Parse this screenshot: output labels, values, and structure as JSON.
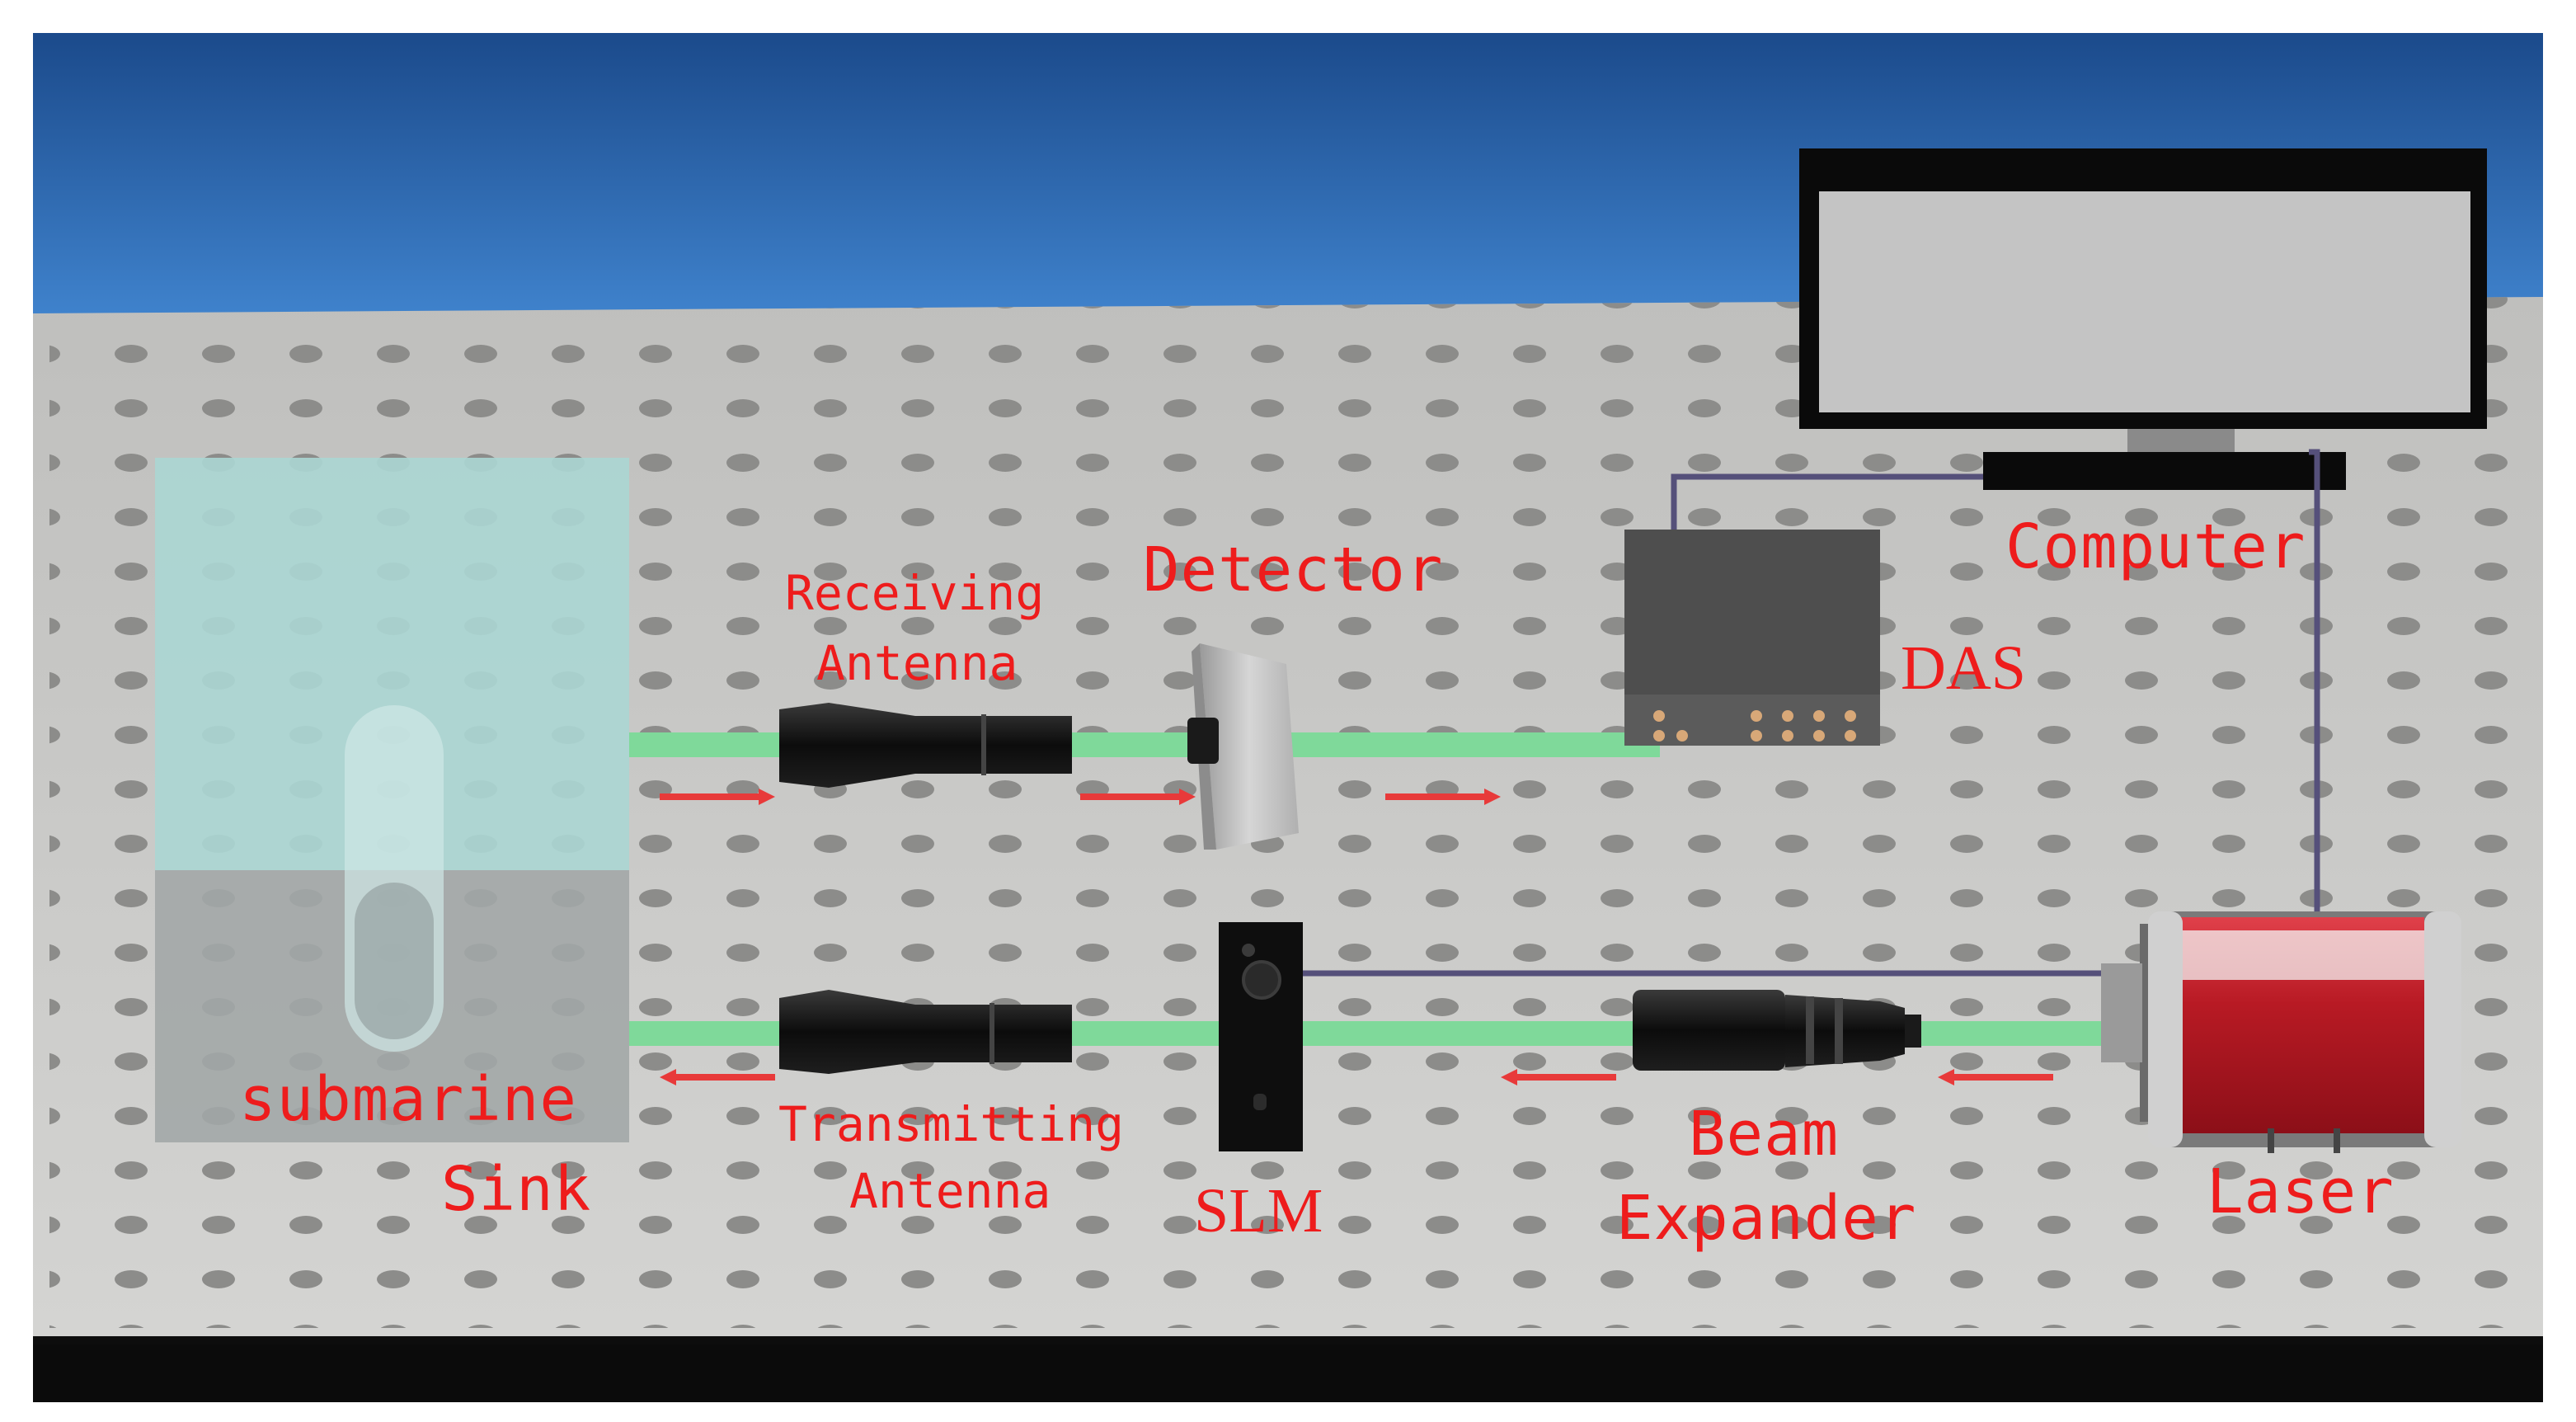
{
  "labels": {
    "receiving_antenna_line1": "Receiving",
    "receiving_antenna_line2": "Antenna",
    "detector": "Detector",
    "das": "DAS",
    "computer": "Computer",
    "submarine": "submarine",
    "sink": "Sink",
    "transmitting_antenna_line1": "Transmitting",
    "transmitting_antenna_line2": "Antenna",
    "slm": "SLM",
    "beam_expander_line1": "Beam",
    "beam_expander_line2": "Expander",
    "laser": "Laser"
  },
  "colors": {
    "label": "#ee1c1c",
    "sky_top": "#1e4f92",
    "sky_bottom": "#3a7cc6",
    "table": "#c9c9c7",
    "table_hole": "#8a8a88",
    "beam": "#7fd99a",
    "arrow": "#e83a3a",
    "cable": "#55507a",
    "laser_body": "#c0202a",
    "optics": "#141414",
    "water": "#a9d9d6"
  },
  "icons": {
    "beam_arrow": "right-arrow-icon",
    "return_arrow": "left-arrow-icon"
  }
}
